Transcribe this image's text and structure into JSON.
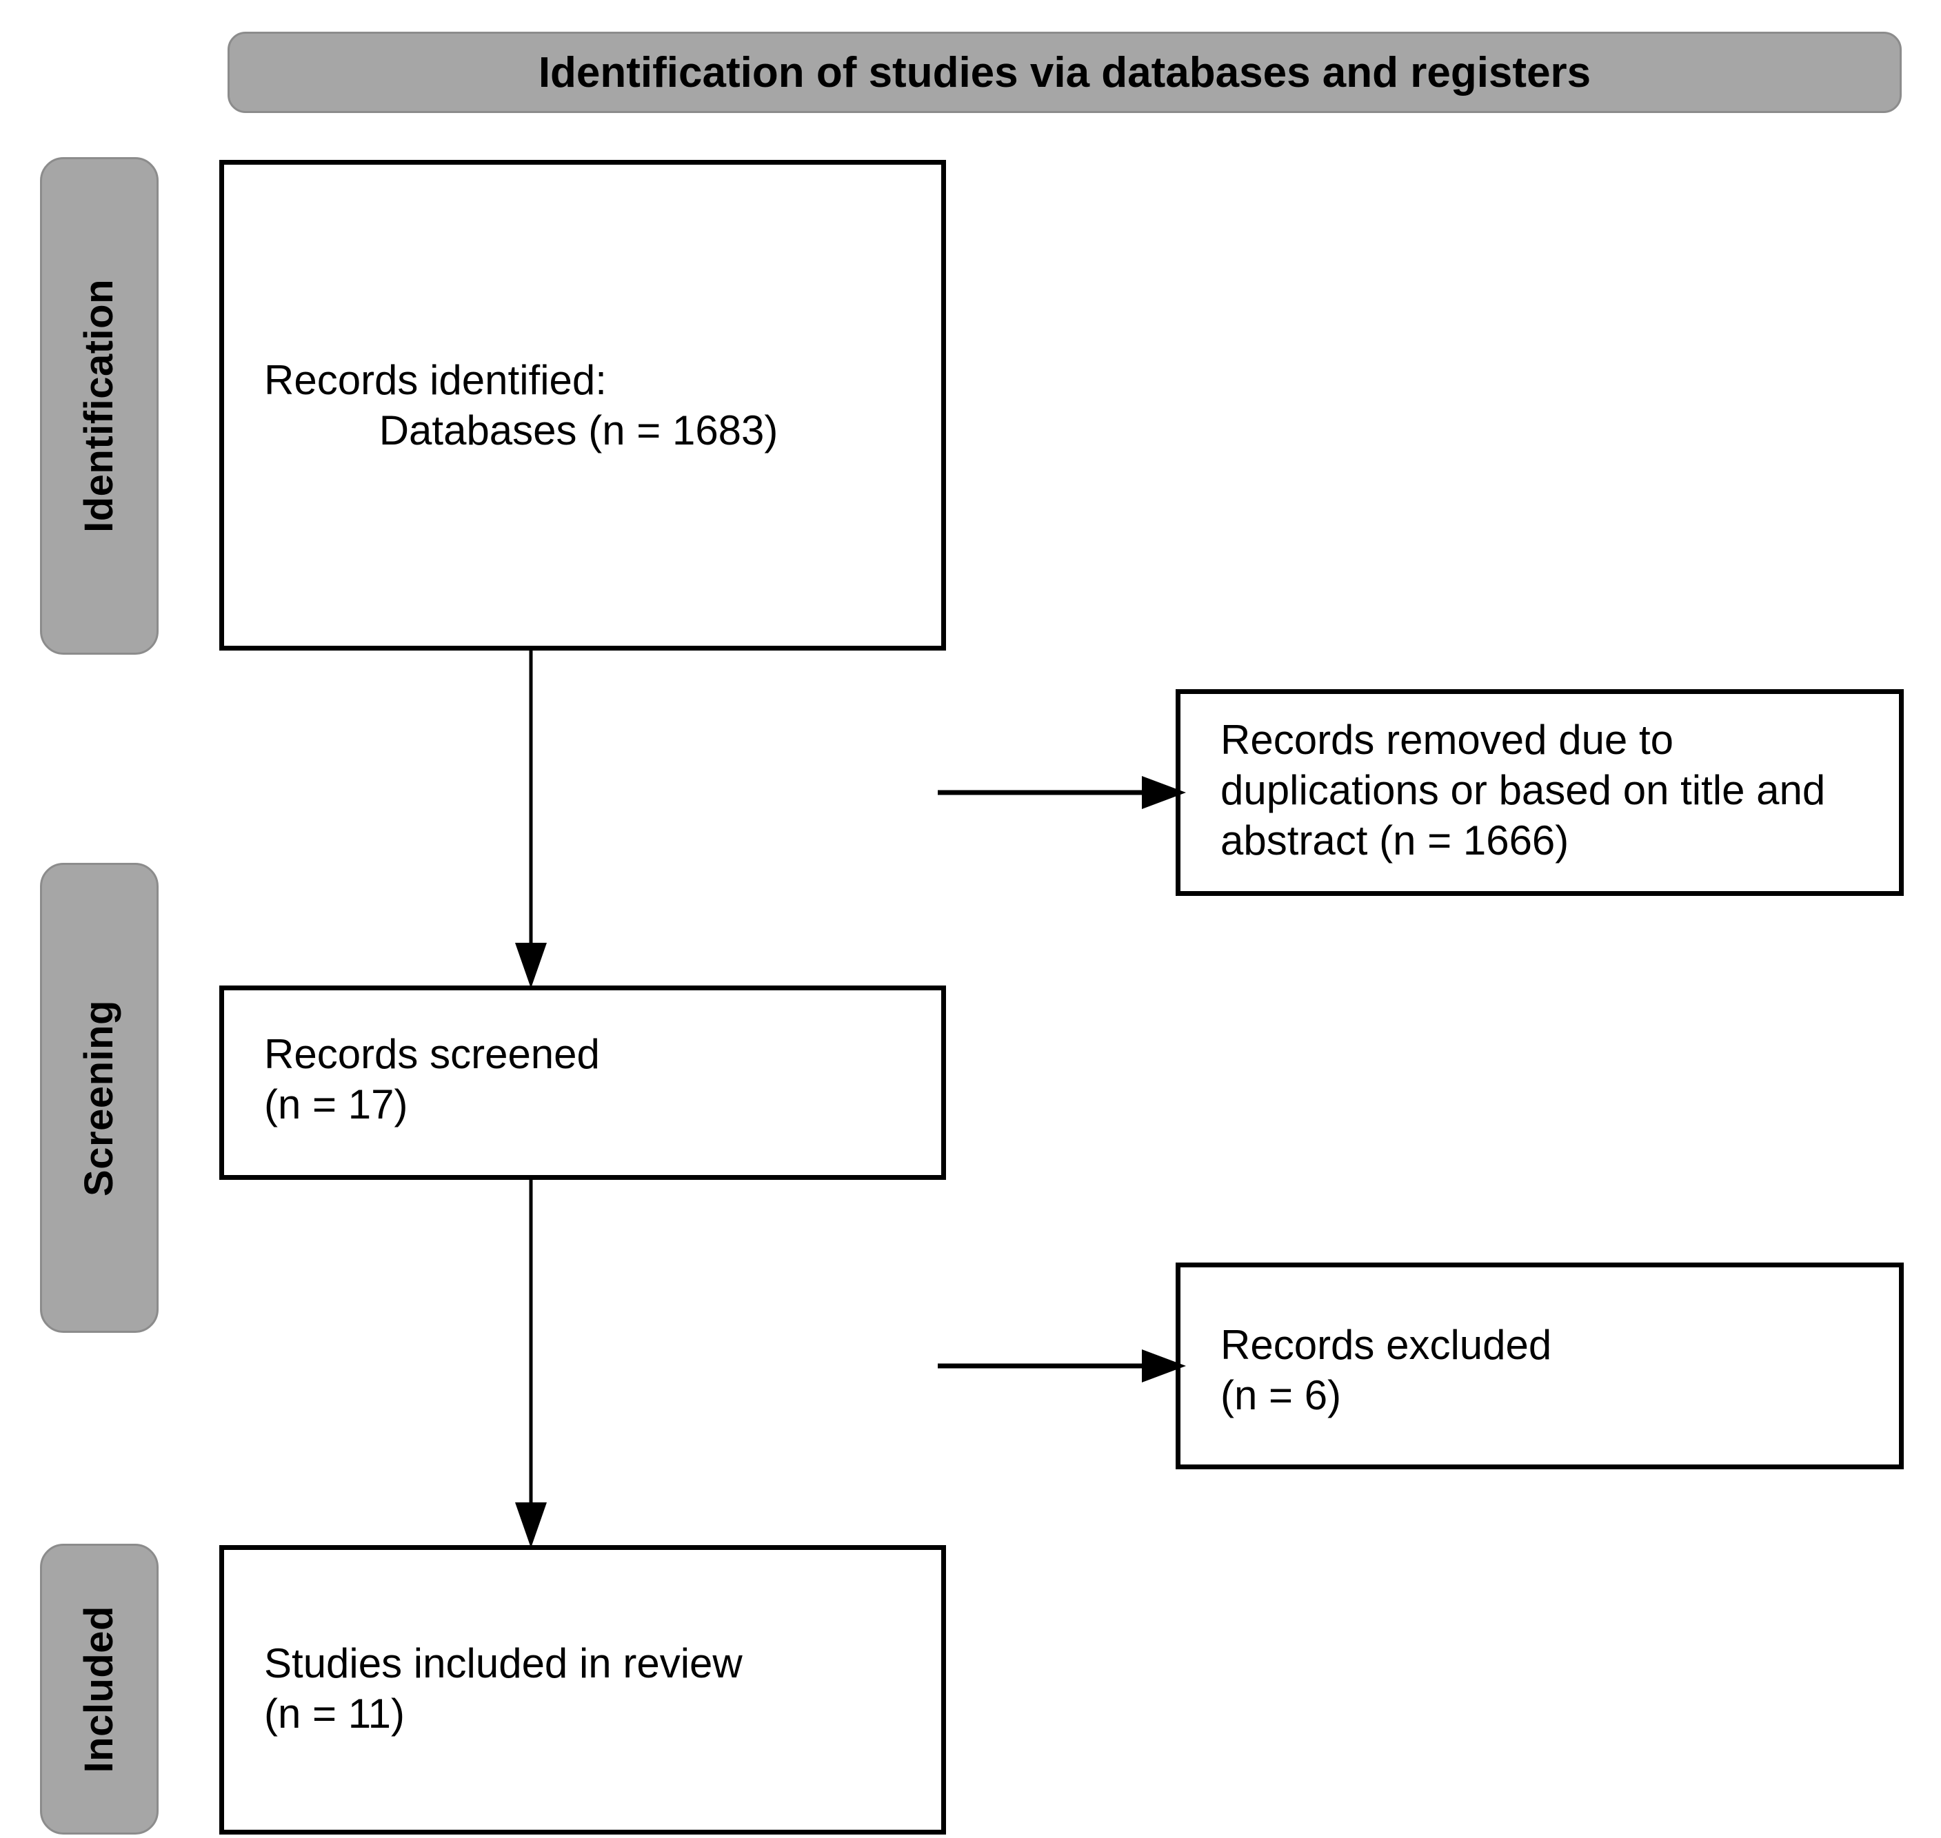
{
  "banner": {
    "title": "Identification of studies via databases and registers"
  },
  "phases": [
    {
      "id": "identification",
      "label": "Identification"
    },
    {
      "id": "screening",
      "label": "Screening"
    },
    {
      "id": "included",
      "label": "Included"
    }
  ],
  "boxes": {
    "identified": {
      "text": "Records identified:\n          Databases (n = 1683)"
    },
    "removed": {
      "text": "Records removed due to\nduplications or based on title and\nabstract (n = 1666)\n           "
    },
    "screened": {
      "text": "Records screened\n(n = 17)"
    },
    "excluded": {
      "text": "Records excluded\n(n = 6)"
    },
    "included": {
      "text": "Studies included in review\n(n = 11)"
    }
  },
  "chart_data": {
    "type": "diagram",
    "title": "Identification of studies via databases and registers",
    "diagram_kind": "PRISMA flow diagram",
    "phases": [
      "Identification",
      "Screening",
      "Included"
    ],
    "nodes": [
      {
        "id": "identified",
        "phase": "Identification",
        "label": "Records identified: Databases (n = 1683)",
        "n": 1683
      },
      {
        "id": "removed",
        "phase": "Identification",
        "label": "Records removed due to duplications or based on title and abstract (n = 1666)",
        "n": 1666
      },
      {
        "id": "screened",
        "phase": "Screening",
        "label": "Records screened (n = 17)",
        "n": 17
      },
      {
        "id": "excluded",
        "phase": "Screening",
        "label": "Records excluded (n = 6)",
        "n": 6
      },
      {
        "id": "included",
        "phase": "Included",
        "label": "Studies included in review (n = 11)",
        "n": 11
      }
    ],
    "edges": [
      {
        "from": "identified",
        "to": "removed",
        "direction": "right"
      },
      {
        "from": "identified",
        "to": "screened",
        "direction": "down"
      },
      {
        "from": "screened",
        "to": "excluded",
        "direction": "right"
      },
      {
        "from": "screened",
        "to": "included",
        "direction": "down"
      }
    ]
  },
  "colors": {
    "phase_fill": "#a6a6a6",
    "phase_border": "#8c8c8c",
    "box_border": "#000000",
    "box_fill": "#ffffff",
    "text": "#000000"
  }
}
